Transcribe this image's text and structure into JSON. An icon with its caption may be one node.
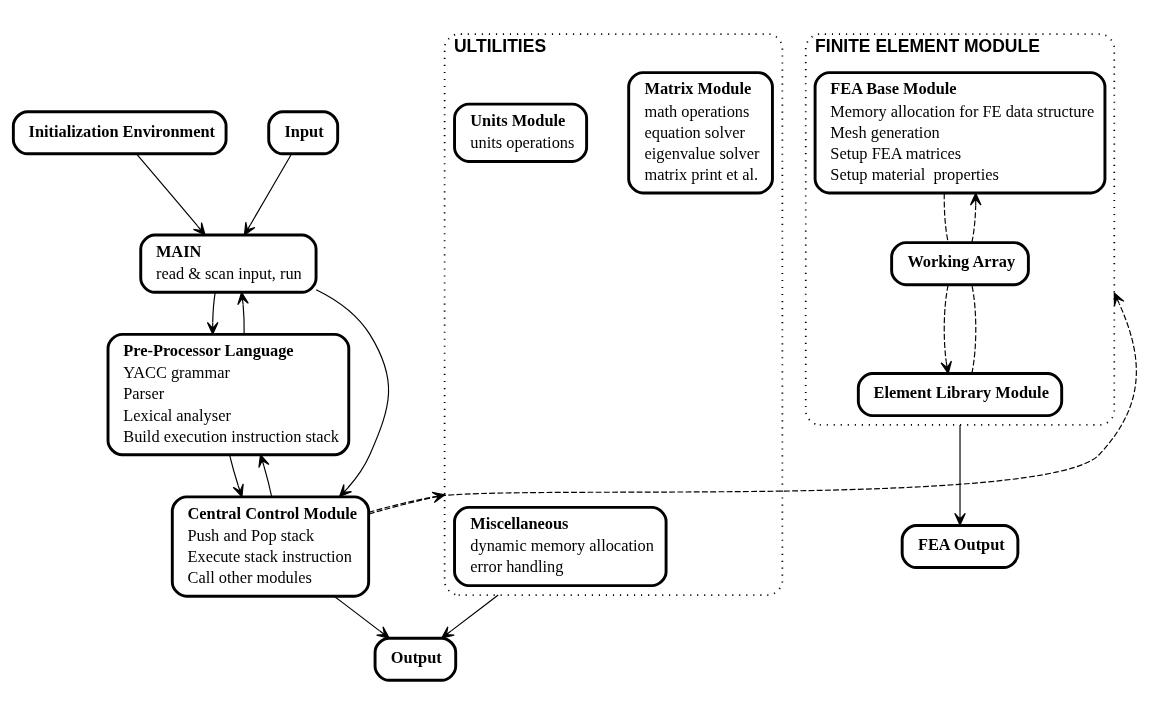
{
  "diagram": {
    "nodes": [
      {
        "text": [
          "Initialization Environment"
        ]
      },
      {
        "text": [
          "Input"
        ]
      },
      {
        "text": [
          "FINITE ELEMENT MODULE"
        ]
      },
      {
        "text": [
          "FEA Base Module",
          "Memory allocation for FE data structure",
          "Mesh generation",
          "Setup FEA matrices",
          "Setup material  properties"
        ],
        "in": 2
      },
      {
        "text": [
          "Working Array"
        ],
        "in": 2
      },
      {
        "text": [
          "Element Library Module"
        ],
        "in": 2
      },
      {
        "text": [
          "MAIN",
          "read & scan input, run"
        ]
      },
      {
        "text": [
          "ULTILITIES"
        ]
      },
      {
        "text": [
          "Matrix Module",
          "math operations",
          "equation solver",
          "eigenvalue solver",
          "matrix print et al."
        ],
        "in": 7
      },
      {
        "text": [
          "Units Module",
          "units operations"
        ],
        "in": 7
      },
      {
        "text": [
          "Miscellaneous",
          "dynamic memory allocation",
          "error handling"
        ],
        "in": 7
      },
      {
        "text": [
          "Pre-Processor Language",
          "YACC grammar",
          "Parser",
          "Lexical analyser",
          "Build execution instruction stack"
        ]
      },
      {
        "text": [
          "Central Control Module",
          "Push and Pop stack",
          "Execute stack instruction",
          "Call other modules"
        ]
      },
      {
        "text": [
          "FEA Output"
        ]
      },
      {
        "text": [
          "Output"
        ]
      }
    ],
    "edges": [
      {
        "from": 0,
        "to": 6,
        "arrow": "to"
      },
      {
        "from": 1,
        "to": 6,
        "arrow": "to"
      },
      {
        "from": 6,
        "to": 11,
        "arrow": "to"
      },
      {
        "from": 11,
        "to": 6,
        "arrow": "to"
      },
      {
        "from": 11,
        "to": 12,
        "arrow": "to"
      },
      {
        "from": 12,
        "to": 11,
        "arrow": "to"
      },
      {
        "from": 6,
        "to": 12,
        "arrow": "to"
      },
      {
        "from": 12,
        "to": 7,
        "arrow": "to",
        "style": "dashed"
      },
      {
        "from": 12,
        "to": 2,
        "arrow": "to",
        "style": "dashed"
      },
      {
        "from": 3,
        "to": 4,
        "arrow": "none",
        "style": "dashed"
      },
      {
        "from": 4,
        "to": 5,
        "arrow": "to",
        "style": "dashed"
      },
      {
        "from": 5,
        "to": 4,
        "arrow": "none",
        "style": "dashed"
      },
      {
        "from": 4,
        "to": 3,
        "arrow": "to",
        "style": "dashed"
      },
      {
        "from": 2,
        "to": 13,
        "arrow": "to"
      },
      {
        "from": 7,
        "to": 14,
        "arrow": "to"
      },
      {
        "from": 12,
        "to": 14,
        "arrow": "to"
      }
    ]
  }
}
